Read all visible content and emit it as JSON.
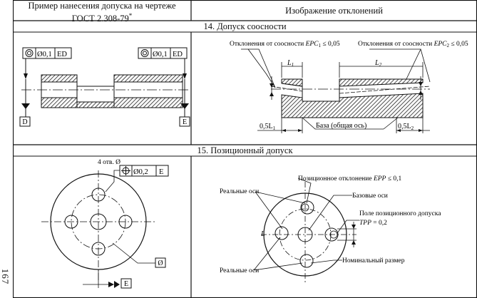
{
  "header": {
    "left_line1": "Пример нанесения допуска на чертеже",
    "left_line2": "ГОСТ 2.308-79",
    "left_mark": "*",
    "right": "Изображение отклонений"
  },
  "section14": {
    "title": "14. Допуск соосности",
    "frame_left": {
      "value": "Ø0,1",
      "datum": "ED"
    },
    "frame_right": {
      "value": "Ø0,1",
      "datum": "ED"
    },
    "datum_left": "D",
    "datum_right": "E",
    "dev1_pre": "Отклонения от соосности ",
    "dev1_sym": "EPC",
    "dev1_sub": "1",
    "dev1_post": " ≤ 0,05",
    "dev2_pre": "Отклонения от соосности ",
    "dev2_sym": "EPC",
    "dev2_sub": "2",
    "dev2_post": " ≤ 0,05",
    "l1": "L",
    "l1_sub": "1",
    "l2": "L",
    "l2_sub": "2",
    "half_l1": "0,5L",
    "half_l1_sub": "1",
    "half_l2": "0,5L",
    "half_l2_sub": "2",
    "base": "База (общая ось)"
  },
  "section15": {
    "title": "15. Позиционный допуск",
    "holes_label": "4 отв. Ø",
    "frame": {
      "value": "Ø0,2",
      "datum": "E"
    },
    "dia_box": "Ø",
    "datum": "E",
    "real_axes_1": "Реальные оси",
    "real_axes_2": "Реальные оси",
    "pos_dev_pre": "Позиционное отклонение ",
    "pos_dev_sym": "EPP",
    "pos_dev_post": " ≤ 0,1",
    "base_axes": "Базовые оси",
    "field_line1": "Поле позиционного допуска",
    "field_sym": "TPP",
    "field_post": " = 0,2",
    "nominal": "Номинальный размер",
    "l_mark": "L"
  },
  "page_number": "167"
}
